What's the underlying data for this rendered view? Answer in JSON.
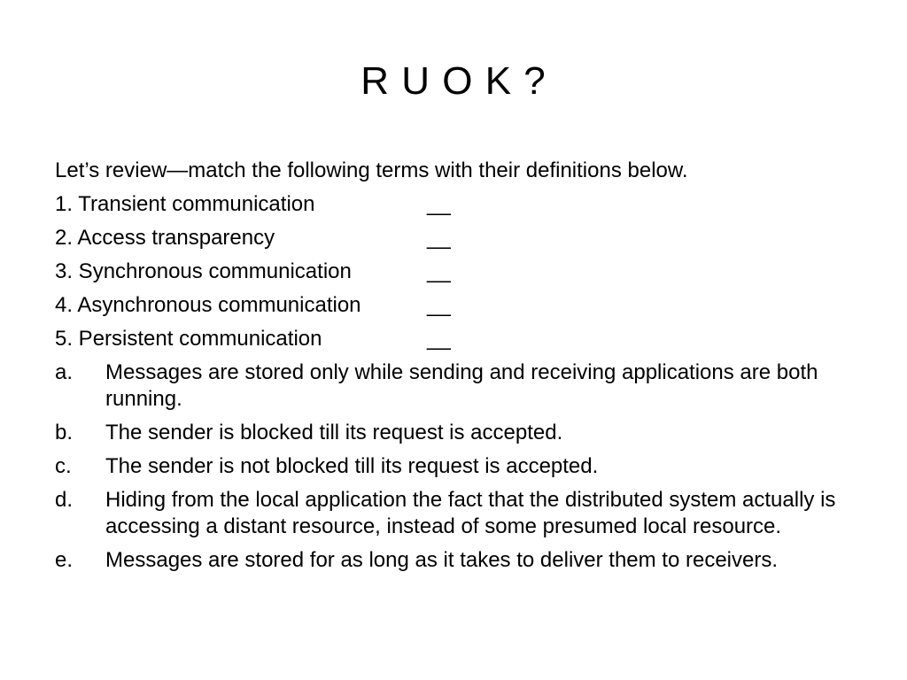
{
  "slide": {
    "title": "R U O K ?",
    "intro": "Let’s review—match the following terms with their definitions below.",
    "terms": [
      {
        "label": "1. Transient communication",
        "blank": "__"
      },
      {
        "label": "2. Access transparency",
        "blank": "__"
      },
      {
        "label": "3. Synchronous communication",
        "blank": "__"
      },
      {
        "label": "4. Asynchronous communication",
        "blank": "__"
      },
      {
        "label": "5. Persistent communication",
        "blank": "__"
      }
    ],
    "definitions": [
      {
        "letter": "a.",
        "text": "Messages are stored only while sending and receiving applications are both running."
      },
      {
        "letter": "b.",
        "text": "The sender is blocked till its request is accepted."
      },
      {
        "letter": "c.",
        "text": "The sender is not blocked till its request is accepted."
      },
      {
        "letter": "d.",
        "text": "Hiding from the local application the fact that the distributed system actually is accessing a distant resource, instead of some presumed local resource."
      },
      {
        "letter": "e.",
        "text": "Messages are stored for as long as it takes to deliver them to receivers."
      }
    ]
  }
}
